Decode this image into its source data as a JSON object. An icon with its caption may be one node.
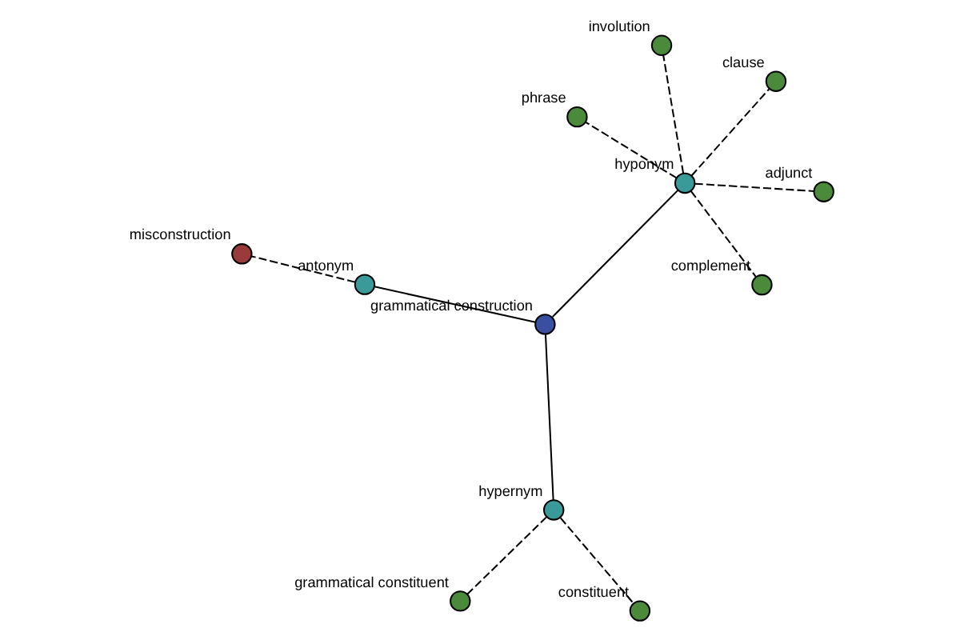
{
  "diagram": {
    "nodes": [
      {
        "text": [],
        "shape": "circle",
        "beside": [
          "grammatical construction"
        ]
      },
      {
        "text": [],
        "shape": "circle",
        "beside": [
          "hyponym"
        ]
      },
      {
        "text": [],
        "shape": "circle",
        "beside": [
          "hypernym"
        ]
      },
      {
        "text": [],
        "shape": "circle",
        "beside": [
          "antonym"
        ]
      },
      {
        "text": [],
        "shape": "circle",
        "beside": [
          "clause"
        ]
      },
      {
        "text": [],
        "shape": "circle",
        "beside": [
          "involution"
        ]
      },
      {
        "text": [],
        "shape": "circle",
        "beside": [
          "phrase"
        ]
      },
      {
        "text": [],
        "shape": "circle",
        "beside": [
          "adjunct"
        ]
      },
      {
        "text": [],
        "shape": "circle",
        "beside": [
          "complement"
        ]
      },
      {
        "text": [],
        "shape": "circle",
        "beside": [
          "grammatical constituent"
        ]
      },
      {
        "text": [],
        "shape": "circle",
        "beside": [
          "constituent"
        ]
      },
      {
        "text": [],
        "shape": "circle",
        "beside": [
          "misconstruction"
        ]
      }
    ],
    "edges": [
      {
        "from": 0,
        "to": 1,
        "arrow": "none"
      },
      {
        "from": 0,
        "to": 2,
        "arrow": "none"
      },
      {
        "from": 0,
        "to": 3,
        "arrow": "none"
      },
      {
        "from": 1,
        "to": 4,
        "arrow": "none",
        "style": "dashed"
      },
      {
        "from": 1,
        "to": 5,
        "arrow": "none",
        "style": "dashed"
      },
      {
        "from": 1,
        "to": 6,
        "arrow": "none",
        "style": "dashed"
      },
      {
        "from": 1,
        "to": 7,
        "arrow": "none",
        "style": "dashed"
      },
      {
        "from": 1,
        "to": 8,
        "arrow": "none",
        "style": "dashed"
      },
      {
        "from": 2,
        "to": 9,
        "arrow": "none",
        "style": "dashed"
      },
      {
        "from": 2,
        "to": 10,
        "arrow": "none",
        "style": "dashed"
      },
      {
        "from": 3,
        "to": 11,
        "arrow": "none",
        "style": "dashed"
      }
    ]
  }
}
